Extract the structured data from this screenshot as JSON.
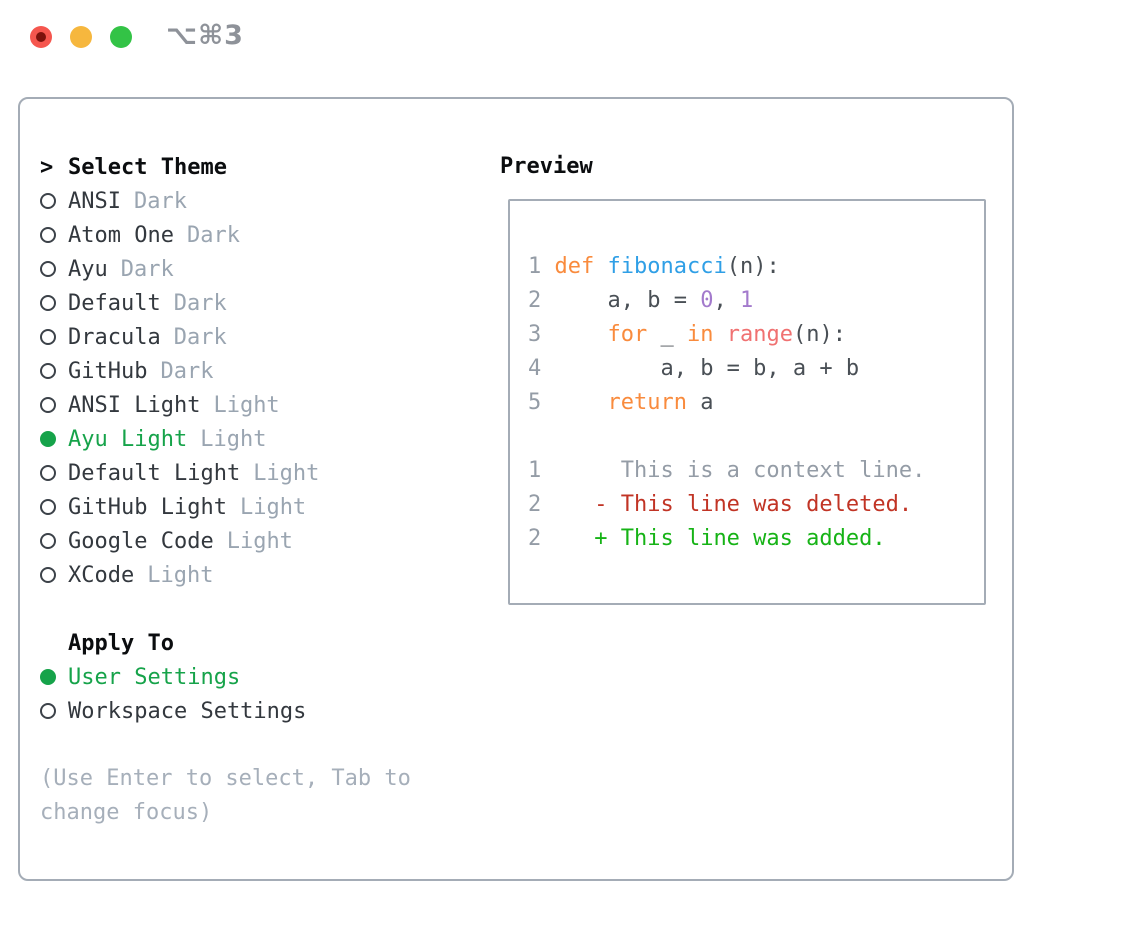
{
  "window": {
    "titlebar": {
      "title": "⌥⌘3",
      "traffic_lights": [
        {
          "name": "close",
          "color": "#f5564e"
        },
        {
          "name": "minimize",
          "color": "#f6b73e"
        },
        {
          "name": "zoom",
          "color": "#33c346"
        }
      ]
    }
  },
  "theme_panel": {
    "header": {
      "prefix": ">",
      "label": "Select Theme"
    },
    "themes": [
      {
        "name": "ANSI",
        "tag": "Dark",
        "selected": false
      },
      {
        "name": "Atom One",
        "tag": "Dark",
        "selected": false
      },
      {
        "name": "Ayu",
        "tag": "Dark",
        "selected": false
      },
      {
        "name": "Default",
        "tag": "Dark",
        "selected": false
      },
      {
        "name": "Dracula",
        "tag": "Dark",
        "selected": false
      },
      {
        "name": "GitHub",
        "tag": "Dark",
        "selected": false
      },
      {
        "name": "ANSI Light",
        "tag": "Light",
        "selected": false
      },
      {
        "name": "Ayu Light",
        "tag": "Light",
        "selected": true
      },
      {
        "name": "Default Light",
        "tag": "Light",
        "selected": false
      },
      {
        "name": "GitHub Light",
        "tag": "Light",
        "selected": false
      },
      {
        "name": "Google Code",
        "tag": "Light",
        "selected": false
      },
      {
        "name": "XCode",
        "tag": "Light",
        "selected": false
      }
    ],
    "apply_to": {
      "label": "Apply To",
      "options": [
        {
          "name": "User Settings",
          "selected": true
        },
        {
          "name": "Workspace Settings",
          "selected": false
        }
      ]
    },
    "help_text": "(Use Enter to select, Tab to change focus)"
  },
  "preview_panel": {
    "header": "Preview",
    "code_lines": [
      [
        {
          "t": "1 ",
          "s": "num"
        },
        {
          "t": "def",
          "s": "kw"
        },
        {
          "t": " ",
          "s": "plain"
        },
        {
          "t": "fibonacci",
          "s": "fn"
        },
        {
          "t": "(n):",
          "s": "plain"
        }
      ],
      [
        {
          "t": "2 ",
          "s": "num"
        },
        {
          "t": "    a, b = ",
          "s": "plain"
        },
        {
          "t": "0",
          "s": "numlit"
        },
        {
          "t": ", ",
          "s": "plain"
        },
        {
          "t": "1",
          "s": "numlit"
        }
      ],
      [
        {
          "t": "3 ",
          "s": "num"
        },
        {
          "t": "    ",
          "s": "plain"
        },
        {
          "t": "for",
          "s": "kw"
        },
        {
          "t": " _ ",
          "s": "plain"
        },
        {
          "t": "in",
          "s": "kw"
        },
        {
          "t": " ",
          "s": "plain"
        },
        {
          "t": "range",
          "s": "special"
        },
        {
          "t": "(n):",
          "s": "plain"
        }
      ],
      [
        {
          "t": "4 ",
          "s": "num"
        },
        {
          "t": "        a, b = b, a + b",
          "s": "plain"
        }
      ],
      [
        {
          "t": "5 ",
          "s": "num"
        },
        {
          "t": "    ",
          "s": "plain"
        },
        {
          "t": "return",
          "s": "kw"
        },
        {
          "t": " a",
          "s": "plain"
        }
      ],
      [],
      [
        {
          "t": "1 ",
          "s": "num"
        },
        {
          "t": "     This is a context line.",
          "s": "ctx"
        }
      ],
      [
        {
          "t": "2 ",
          "s": "num"
        },
        {
          "t": "   - This line was deleted.",
          "s": "del"
        }
      ],
      [
        {
          "t": "2 ",
          "s": "num"
        },
        {
          "t": "   + This line was added.",
          "s": "add"
        }
      ]
    ]
  },
  "colors": {
    "accent_green": "#16a34a",
    "diff_added": "#16b316",
    "diff_deleted": "#c13425",
    "keyword_orange": "#f98b3d",
    "function_blue": "#2f9fe6",
    "special_coral": "#f07171",
    "number_purple": "#a37acc",
    "muted_gray": "#9aa5b1",
    "border_gray": "#a4acb6"
  }
}
